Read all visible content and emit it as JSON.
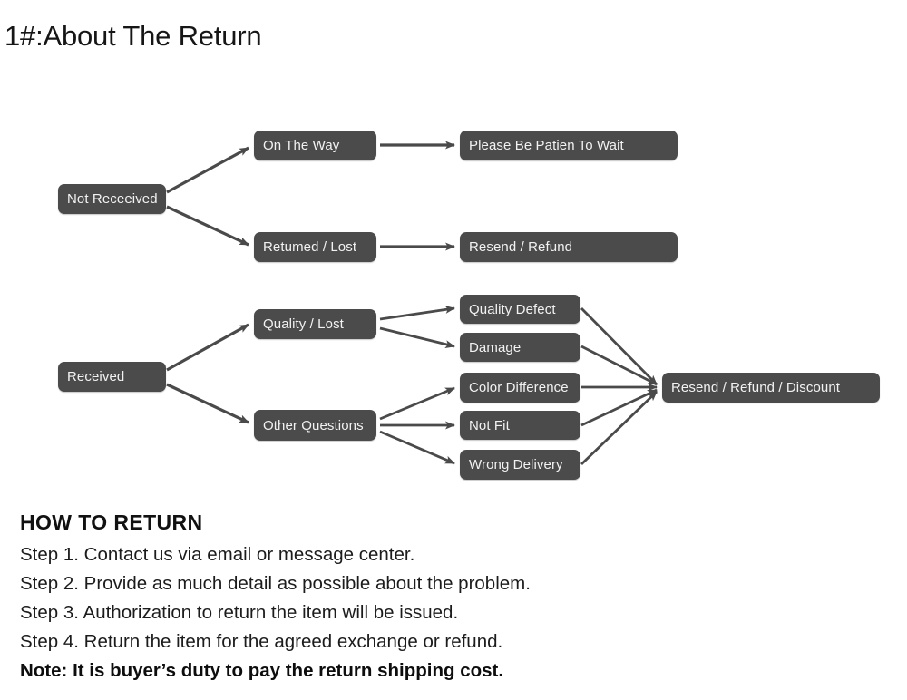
{
  "title": "1#:About The Return",
  "colors": {
    "node_fill": "#4b4b4b",
    "node_text": "#f2f2f2",
    "edge": "#4a4a4a",
    "background": "#ffffff",
    "body_text": "#1c1c1c"
  },
  "flowchart": {
    "branch_not_received": {
      "root": "Not Receeived",
      "paths": [
        {
          "condition": "On The Way",
          "outcome": "Please Be Patien To Wait"
        },
        {
          "condition": "Retumed / Lost",
          "outcome": "Resend / Refund"
        }
      ]
    },
    "branch_received": {
      "root": "Received",
      "categories": [
        {
          "label": "Quality / Lost",
          "reasons": [
            "Quality Defect",
            "Damage"
          ]
        },
        {
          "label": "Other Questions",
          "reasons": [
            "Color Difference",
            "Not Fit",
            "Wrong Delivery"
          ]
        }
      ],
      "outcome": "Resend / Refund / Discount"
    },
    "nodes": {
      "not_received": "Not Receeived",
      "on_the_way": "On The Way",
      "returned_lost": "Retumed / Lost",
      "please_wait": "Please Be Patien To Wait",
      "resend_refund": "Resend / Refund",
      "received": "Received",
      "quality_lost": "Quality / Lost",
      "other_questions": "Other Questions",
      "quality_defect": "Quality Defect",
      "damage": "Damage",
      "color_difference": "Color Difference",
      "not_fit": "Not Fit",
      "wrong_delivery": "Wrong Delivery",
      "resend_refund_discount": "Resend / Refund / Discount"
    }
  },
  "howto": {
    "heading": "HOW TO RETURN",
    "steps": [
      "Step 1. Contact us via email or message center.",
      "Step 2. Provide as much detail as possible about the problem.",
      "Step 3. Authorization to return the item will be issued.",
      "Step 4. Return the item for the agreed exchange or refund."
    ],
    "note": "Note: It is buyer’s duty to pay the return shipping cost."
  }
}
